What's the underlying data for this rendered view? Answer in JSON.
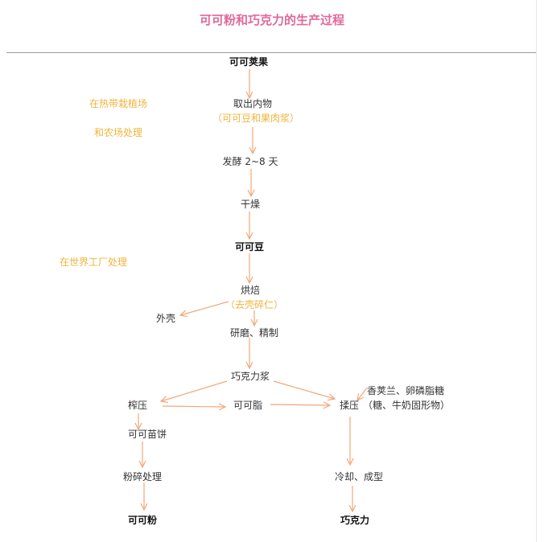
{
  "title": "可可粉和巧克力的生产过程",
  "colors": {
    "title": "#e0689c",
    "arrow": "#f0a878",
    "side_note": "#f0b43c",
    "text": "#333333"
  },
  "side_notes": [
    "在热带栽植场",
    "和农场处理",
    "在世界工厂处理"
  ],
  "steps": {
    "cocoa_pod": "可可荚果",
    "extract": "取出内物",
    "extract_note": "（可可豆和果肉浆）",
    "ferment": "发酵 2~8 天",
    "dry": "干燥",
    "cocoa_bean": "可可豆",
    "roast": "烘焙",
    "roast_note": "（去壳碎仁）",
    "shell": "外壳",
    "grind": "研磨、精制",
    "liquor": "巧克力浆",
    "press": "榨压",
    "butter": "可可脂",
    "knead": "揉压",
    "additives": "香荚兰、卵磷脂糖",
    "additives_2": "（糖、牛奶固形物）",
    "cake": "可可苗饼",
    "pulverize": "粉碎处理",
    "cocoa_powder": "可可粉",
    "cool": "冷却、成型",
    "chocolate": "巧克力"
  }
}
